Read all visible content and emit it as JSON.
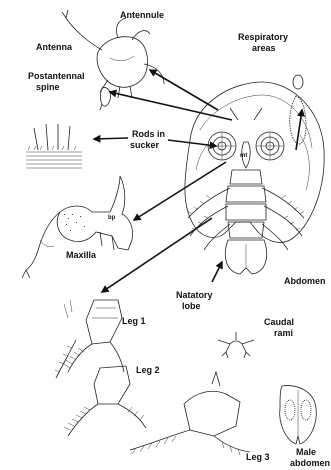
{
  "labels": {
    "antennule": "Antennule",
    "antenna": "Antenna",
    "respiratory_areas": [
      "Respiratory",
      "areas"
    ],
    "postantennal_spine": [
      "Postantennal",
      "spine"
    ],
    "rods_in_sucker": [
      "Rods in",
      "sucker"
    ],
    "mt": "mt",
    "bp": "bp",
    "maxilla": "Maxilla",
    "abdomen": "Abdomen",
    "natatory_lobe": [
      "Natatory",
      "lobe"
    ],
    "caudal_rami": [
      "Caudal",
      "rami"
    ],
    "leg1": "Leg 1",
    "leg2": "Leg 2",
    "leg3": "Leg 3",
    "male_abdomen": [
      "Male",
      "abdomen"
    ]
  },
  "colors": {
    "ink": "#222222",
    "arrow": "#111111",
    "background": "#ffffff"
  }
}
